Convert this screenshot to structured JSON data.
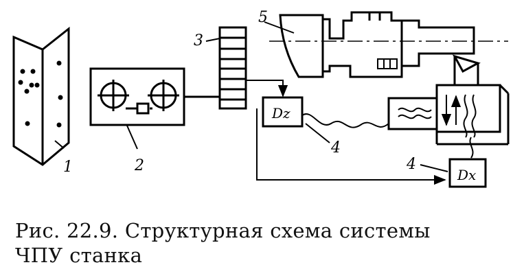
{
  "labels": {
    "tape": "1",
    "reader": "2",
    "block": "3",
    "sensor": "4",
    "sensor_lower": "4",
    "machine": "5"
  },
  "sensors": {
    "dz": "Dz",
    "dx": "Dx"
  },
  "caption": {
    "line1": "Рис. 22.9. Структурная схема системы",
    "line2": "ЧПУ станка"
  }
}
